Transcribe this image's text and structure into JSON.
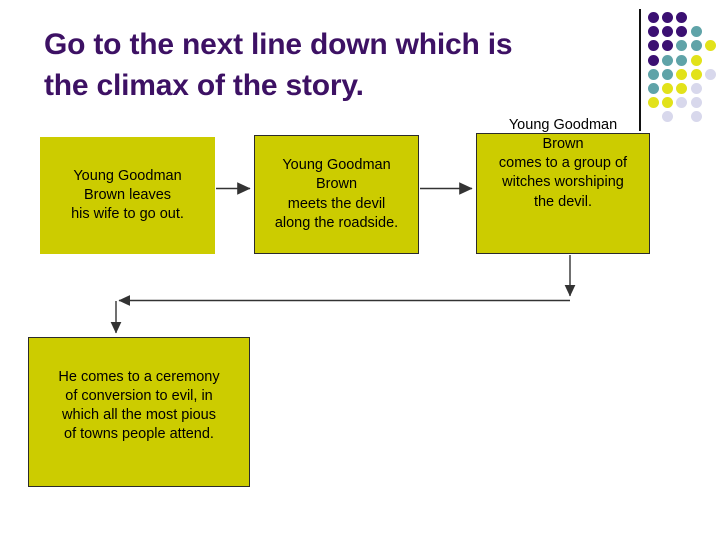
{
  "slide": {
    "title_lines": [
      "Go to the next line down which is",
      "the climax of the story."
    ],
    "title_color": "#3d1164",
    "background": "#ffffff"
  },
  "flowchart": {
    "box_fill": "#cccc00",
    "box_text_color": "#000000",
    "connector_color": "#333333",
    "boxes": [
      {
        "id": "box1",
        "name": "young-goodman-brown-leaves",
        "lines": [
          "Young Goodman",
          "Brown leaves",
          "his wife to go out."
        ]
      },
      {
        "id": "box2",
        "name": "meets-the-devil",
        "lines": [
          "Young Goodman",
          "Brown",
          "meets the devil",
          "along the roadside."
        ]
      },
      {
        "id": "box3",
        "name": "group-of-witches",
        "lines": [
          "Young Goodman",
          "Brown",
          "comes to a group of",
          "witches worshiping",
          "the devil."
        ]
      },
      {
        "id": "box4",
        "name": "ceremony-of-conversion",
        "lines": [
          "He comes to a ceremony",
          "of conversion to evil, in",
          "which all the most pious",
          "of towns people attend."
        ]
      }
    ],
    "connectors": [
      {
        "name": "arrow-box1-to-box2",
        "from": "box1",
        "to": "box2",
        "direction": "right"
      },
      {
        "name": "arrow-box2-to-box3",
        "from": "box2",
        "to": "box3",
        "direction": "right"
      },
      {
        "name": "arrow-box3-to-box4",
        "from": "box3",
        "to": "box4",
        "direction": "wrap-down-left-down"
      }
    ]
  },
  "decoration": {
    "name": "dot-grid",
    "colors": {
      "purple": "#3b1072",
      "teal": "#5fa3a8",
      "yellow": "#e2e21a",
      "lavender": "#d8d8ec"
    },
    "rule_color": "#111111",
    "dot_size": 11,
    "grid": [
      [
        "purple",
        "purple",
        "purple",
        null,
        null
      ],
      [
        "purple",
        "purple",
        "purple",
        "teal",
        null
      ],
      [
        "purple",
        "purple",
        "teal",
        "teal",
        "yellow"
      ],
      [
        "purple",
        "teal",
        "teal",
        "yellow",
        null
      ],
      [
        "teal",
        "teal",
        "yellow",
        "yellow",
        "lavender"
      ],
      [
        "teal",
        "yellow",
        "yellow",
        "lavender",
        null
      ],
      [
        "yellow",
        "yellow",
        "lavender",
        "lavender",
        null
      ],
      [
        null,
        "lavender",
        null,
        "lavender",
        null
      ]
    ]
  }
}
